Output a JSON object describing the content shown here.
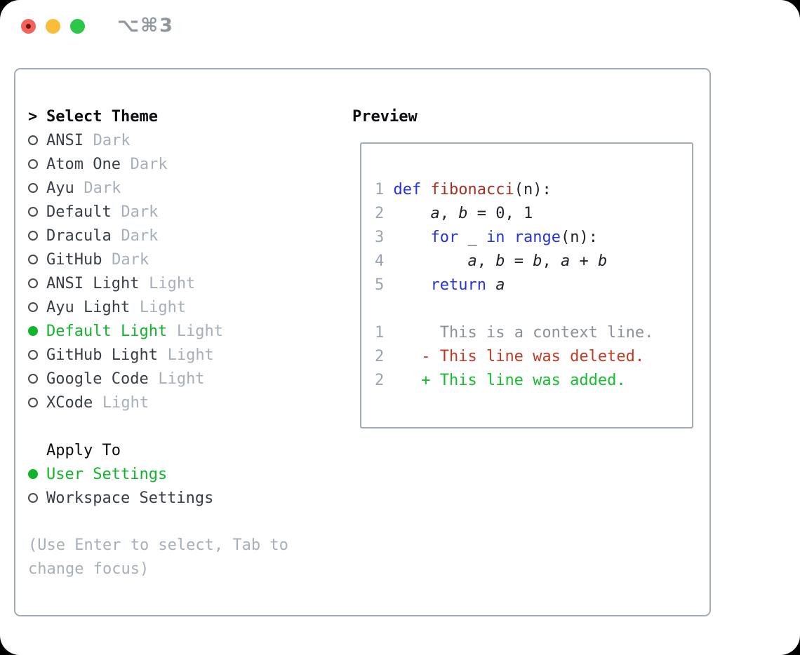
{
  "window": {
    "title": "⌥⌘3",
    "traffic_lights": [
      "close",
      "minimize",
      "zoom"
    ]
  },
  "theme_selector": {
    "cursor": ">",
    "header": "Select Theme",
    "themes": [
      {
        "name": "ANSI",
        "variant": "Dark",
        "selected": false
      },
      {
        "name": "Atom One",
        "variant": "Dark",
        "selected": false
      },
      {
        "name": "Ayu",
        "variant": "Dark",
        "selected": false
      },
      {
        "name": "Default",
        "variant": "Dark",
        "selected": false
      },
      {
        "name": "Dracula",
        "variant": "Dark",
        "selected": false
      },
      {
        "name": "GitHub",
        "variant": "Dark",
        "selected": false
      },
      {
        "name": "ANSI Light",
        "variant": "Light",
        "selected": false
      },
      {
        "name": "Ayu Light",
        "variant": "Light",
        "selected": false
      },
      {
        "name": "Default Light",
        "variant": "Light",
        "selected": true
      },
      {
        "name": "GitHub Light",
        "variant": "Light",
        "selected": false
      },
      {
        "name": "Google Code",
        "variant": "Light",
        "selected": false
      },
      {
        "name": "XCode",
        "variant": "Light",
        "selected": false
      }
    ]
  },
  "apply_to": {
    "header": "Apply To",
    "options": [
      {
        "label": "User Settings",
        "selected": true
      },
      {
        "label": "Workspace Settings",
        "selected": false
      }
    ]
  },
  "help_text": "(Use Enter to select, Tab to change focus)",
  "preview": {
    "header": "Preview",
    "lines": [
      [
        {
          "t": "1 ",
          "c": "ln"
        },
        {
          "t": "def",
          "c": "kw"
        },
        {
          "t": " ",
          "c": "plain"
        },
        {
          "t": "fibonacci",
          "c": "fn"
        },
        {
          "t": "(n):",
          "c": "plain"
        }
      ],
      [
        {
          "t": "2 ",
          "c": "ln"
        },
        {
          "t": "    ",
          "c": "plain"
        },
        {
          "t": "a",
          "c": "var"
        },
        {
          "t": ", ",
          "c": "plain"
        },
        {
          "t": "b",
          "c": "var"
        },
        {
          "t": " = 0, 1",
          "c": "plain"
        }
      ],
      [
        {
          "t": "3 ",
          "c": "ln"
        },
        {
          "t": "    ",
          "c": "plain"
        },
        {
          "t": "for",
          "c": "kw"
        },
        {
          "t": " _ ",
          "c": "plain"
        },
        {
          "t": "in",
          "c": "kw"
        },
        {
          "t": " ",
          "c": "plain"
        },
        {
          "t": "range",
          "c": "kw"
        },
        {
          "t": "(n):",
          "c": "plain"
        }
      ],
      [
        {
          "t": "4 ",
          "c": "ln"
        },
        {
          "t": "        ",
          "c": "plain"
        },
        {
          "t": "a",
          "c": "var"
        },
        {
          "t": ", ",
          "c": "plain"
        },
        {
          "t": "b",
          "c": "var"
        },
        {
          "t": " = ",
          "c": "plain"
        },
        {
          "t": "b",
          "c": "var"
        },
        {
          "t": ", ",
          "c": "plain"
        },
        {
          "t": "a",
          "c": "var"
        },
        {
          "t": " + ",
          "c": "plain"
        },
        {
          "t": "b",
          "c": "var"
        }
      ],
      [
        {
          "t": "5 ",
          "c": "ln"
        },
        {
          "t": "    ",
          "c": "plain"
        },
        {
          "t": "return",
          "c": "kw"
        },
        {
          "t": " ",
          "c": "plain"
        },
        {
          "t": "a",
          "c": "var"
        }
      ],
      [],
      [
        {
          "t": "1",
          "c": "ln"
        },
        {
          "t": "      ",
          "c": "plain"
        },
        {
          "t": "This is a context line.",
          "c": "ctx"
        }
      ],
      [
        {
          "t": "2",
          "c": "ln"
        },
        {
          "t": "    ",
          "c": "plain"
        },
        {
          "t": "- This line was deleted.",
          "c": "del"
        }
      ],
      [
        {
          "t": "2",
          "c": "ln"
        },
        {
          "t": "    ",
          "c": "plain"
        },
        {
          "t": "+ This line was added.",
          "c": "add"
        }
      ]
    ]
  },
  "colors": {
    "traffic_red": "#f4635b",
    "traffic_red_dot": "#70120b",
    "traffic_yellow": "#f9bd39",
    "traffic_green": "#2cc649",
    "title_gray": "#8f969e",
    "border": "#a3abb7",
    "text_black": "#0c0e11",
    "text_dark": "#383e47",
    "muted": "#a7afba",
    "accent_green": "#12b42c",
    "keyword_blue": "#2433e0",
    "function_red": "#a62e22",
    "code_text": "#20242a",
    "line_number": "#9aa4b2",
    "context_gray": "#8b9199",
    "deleted_red": "#c23a25",
    "added_green": "#16bd30"
  }
}
